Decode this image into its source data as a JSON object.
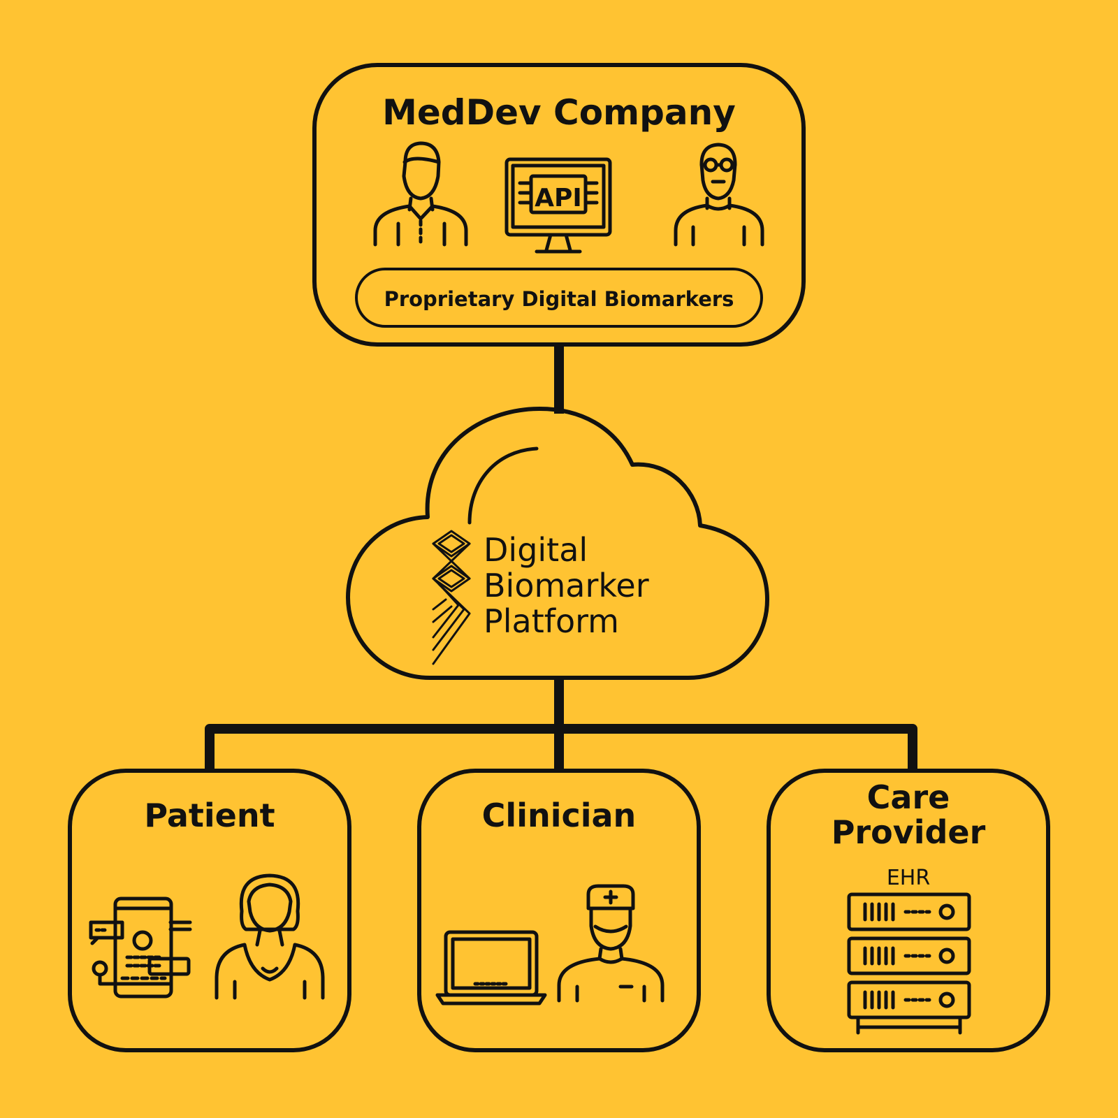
{
  "colors": {
    "background": "#FFC332",
    "stroke": "#111111"
  },
  "meddev": {
    "title": "MedDev Company",
    "badge": "Proprietary Digital Biomarkers",
    "icons": [
      "developer-person-icon",
      "api-monitor-icon",
      "scientist-person-icon"
    ],
    "api_label": "API"
  },
  "platform": {
    "line1": "Digital",
    "line2": "Biomarker",
    "line3": "Platform",
    "logo_icon": "platform-logo-icon"
  },
  "patient": {
    "title": "Patient",
    "icons": [
      "smartphone-app-icon",
      "woman-icon"
    ]
  },
  "clinician": {
    "title": "Clinician",
    "icons": [
      "laptop-icon",
      "doctor-icon"
    ]
  },
  "care_provider": {
    "title_line1": "Care",
    "title_line2": "Provider",
    "subtitle": "EHR",
    "icons": [
      "server-rack-icon"
    ]
  }
}
